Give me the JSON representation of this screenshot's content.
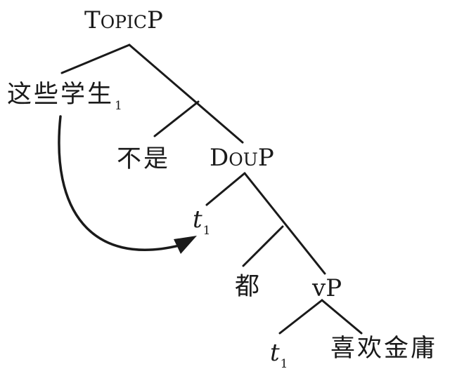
{
  "tree": {
    "root": {
      "big1": "T",
      "small1": "OPIC",
      "big2": "P"
    },
    "topic_np": {
      "text": "这些学生",
      "index": "1"
    },
    "negation": {
      "text": "不是"
    },
    "dou_phrase": {
      "big1": "D",
      "small1": "OU",
      "big2": "P"
    },
    "trace_upper": {
      "symbol": "t",
      "index": "1"
    },
    "dou_head": {
      "text": "都"
    },
    "vp": {
      "small1": "v",
      "big2": "P"
    },
    "trace_lower": {
      "symbol": "t",
      "index": "1"
    },
    "vp_complement": {
      "text": "喜欢金庸"
    }
  },
  "colors": {
    "ink": "#1a1a1a",
    "background": "#ffffff"
  }
}
